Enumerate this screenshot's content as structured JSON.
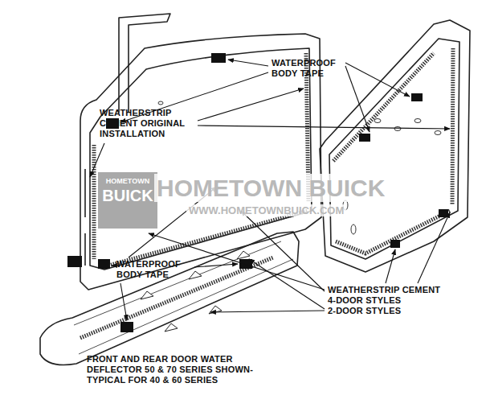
{
  "diagram": {
    "caption": "FRONT AND REAR DOOR WATER DEFLECTOR 50 & 70 SERIES SHOWN-TYPICAL FOR 40 & 60 SERIES",
    "nodes": [
      {
        "text": [
          "HOMETOWN",
          "BUICK"
        ]
      }
    ],
    "labels": [
      "WATERPROOF BODY TAPE",
      "WEATHERSTRIP CEMENT ORIGINAL INSTALLATION",
      "HOMETOWN BUICK",
      "WWW.HOMETOWNBUICK.COM",
      "WATERPROOF BODY TAPE",
      "WEATHERSTRIP CEMENT 4-DOOR STYLES",
      "2-DOOR STYLES"
    ]
  }
}
